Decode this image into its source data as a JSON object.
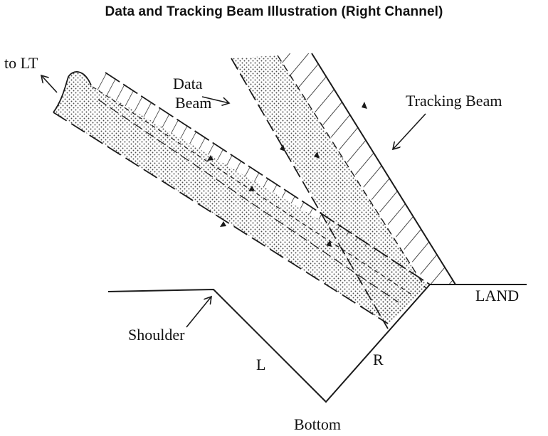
{
  "title": "Data and Tracking Beam Illustration (Right Channel)",
  "labels": {
    "to_lt": "to LT",
    "data_beam_line1": "Data",
    "data_beam_line2": "Beam",
    "tracking_beam": "Tracking Beam",
    "land": "LAND",
    "shoulder": "Shoulder",
    "left_wall": "L",
    "right_wall": "R",
    "bottom": "Bottom"
  },
  "colors": {
    "ink": "#1a1a1a",
    "dot_fill": "#555555"
  },
  "icons": {
    "leader_arrow": "arrow-icon",
    "flow_arrowhead": "arrowhead-icon"
  }
}
